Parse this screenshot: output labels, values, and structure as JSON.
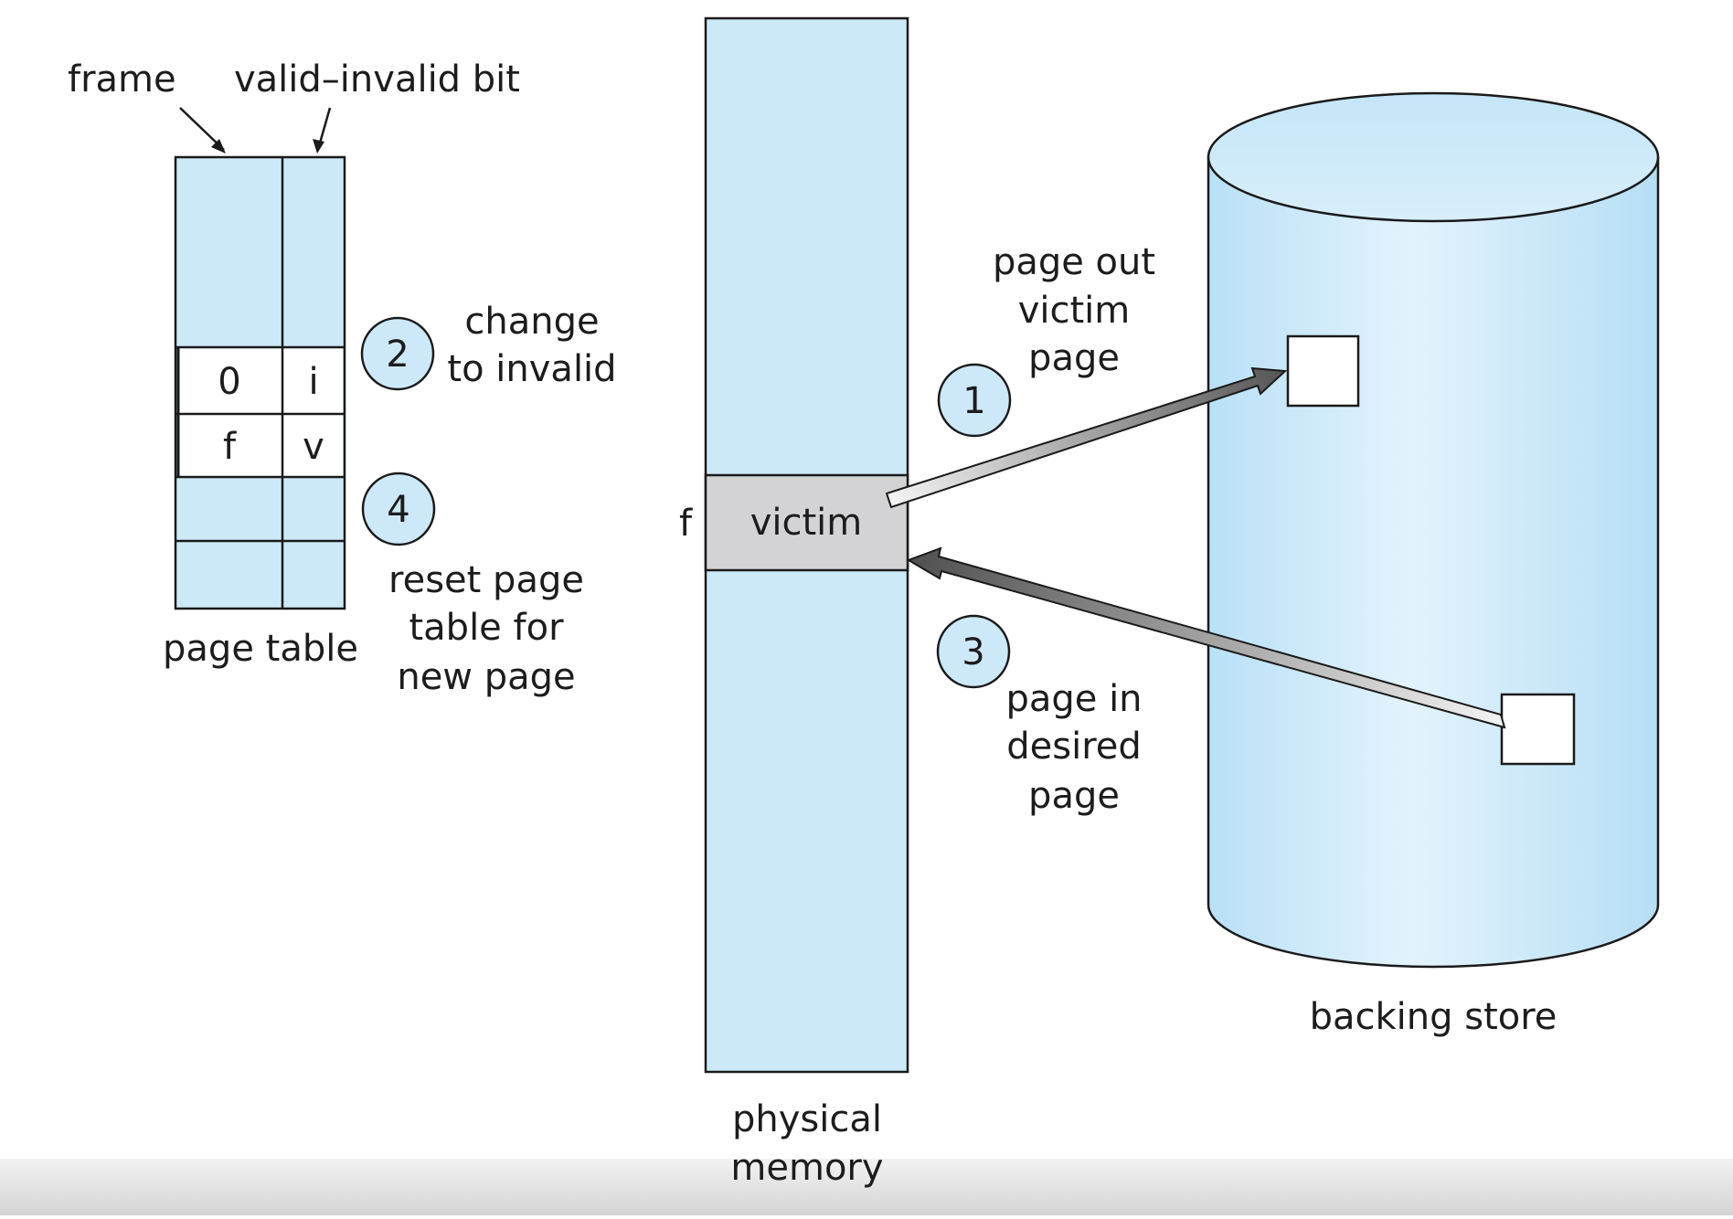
{
  "page_table": {
    "header_frame": "frame",
    "header_valid": "valid–invalid bit",
    "row_old": {
      "frame": "0",
      "bit": "i"
    },
    "row_new": {
      "frame": "f",
      "bit": "v"
    },
    "caption": "page table"
  },
  "physical_memory": {
    "frame_marker": "f",
    "victim_label": "victim",
    "caption_line1": "physical",
    "caption_line2": "memory"
  },
  "backing_store": {
    "caption": "backing store"
  },
  "steps": {
    "s1": {
      "number": "1",
      "line1": "page out",
      "line2": "victim",
      "line3": "page"
    },
    "s2": {
      "number": "2",
      "line1": "change",
      "line2": "to invalid"
    },
    "s3": {
      "number": "3",
      "line1": "page in",
      "line2": "desired",
      "line3": "page"
    },
    "s4": {
      "number": "4",
      "line1": "reset page",
      "line2": "table for",
      "line3": "new page"
    }
  },
  "colors": {
    "fill_light_blue": "#cce9f8",
    "victim_gray": "#d3d3d5",
    "circle_fill": "#cde9f9",
    "stroke": "#1a1a1a",
    "footer_gray": "#dcdcdc"
  }
}
